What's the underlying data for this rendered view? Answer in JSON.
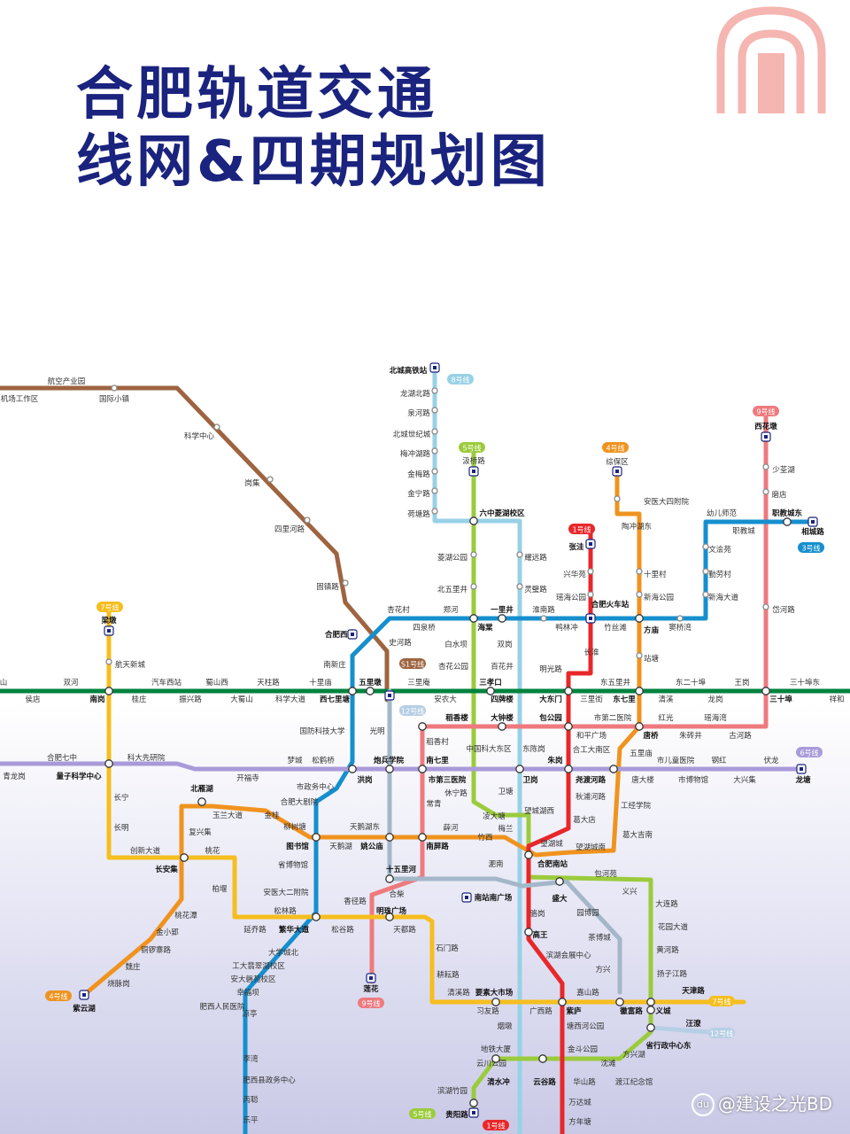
{
  "header": {
    "title_line1": "合肥轨道交通",
    "title_line2": "线网&四期规划图"
  },
  "watermark": {
    "badge": "du",
    "text": "@建设之光BD"
  },
  "colors": {
    "title": "#1a237e",
    "line1": "#e8272a",
    "line2": "#00833e",
    "line3": "#158fce",
    "line4": "#f0931e",
    "line5": "#9bcb3c",
    "line6": "#a99bd9",
    "line7": "#f6be1e",
    "line8": "#98d1e6",
    "line9": "#ee7a7e",
    "line10": "#a3b7c9",
    "line51": "#9e6440",
    "line12": "#b6cfe5",
    "logo": "#f5b5b0"
  },
  "icons": [
    "metro-logo-icon",
    "rail-hub-icon",
    "interchange-icon"
  ],
  "line_tags": [
    {
      "id": "8",
      "label": "8号线"
    },
    {
      "id": "5top",
      "label": "5号线"
    },
    {
      "id": "4top",
      "label": "4号线"
    },
    {
      "id": "1top",
      "label": "1号线"
    },
    {
      "id": "9",
      "label": "9号线"
    },
    {
      "id": "3",
      "label": "3号线"
    },
    {
      "id": "7left",
      "label": "7号线"
    },
    {
      "id": "51",
      "label": "S1号线"
    },
    {
      "id": "12top",
      "label": "12号线"
    },
    {
      "id": "6",
      "label": "6号线"
    },
    {
      "id": "9bot",
      "label": "9号线"
    },
    {
      "id": "4bot",
      "label": "4号线"
    },
    {
      "id": "7right",
      "label": "7号线"
    },
    {
      "id": "12bot",
      "label": "12号线"
    },
    {
      "id": "5bot",
      "label": "5号线"
    },
    {
      "id": "1bot",
      "label": "1号线"
    }
  ],
  "stations": [
    {
      "name": "航空产业园"
    },
    {
      "name": "机场工作区"
    },
    {
      "name": "国际小镇"
    },
    {
      "name": "科学中心"
    },
    {
      "name": "岗集"
    },
    {
      "name": "四里河路"
    },
    {
      "name": "固镇路"
    },
    {
      "name": "北城高铁站"
    },
    {
      "name": "龙湖北路"
    },
    {
      "name": "泉河路"
    },
    {
      "name": "北城世纪城"
    },
    {
      "name": "梅冲湖路"
    },
    {
      "name": "金梅路"
    },
    {
      "name": "金宁路"
    },
    {
      "name": "荷塘路"
    },
    {
      "name": "汲桥路"
    },
    {
      "name": "六中菱湖校区"
    },
    {
      "name": "菱湖公园"
    },
    {
      "name": "北五里井"
    },
    {
      "name": "耀远路"
    },
    {
      "name": "灵璧路"
    },
    {
      "name": "综保区"
    },
    {
      "name": "安医大四附院"
    },
    {
      "name": "陶冲湖东"
    },
    {
      "name": "十里村"
    },
    {
      "name": "新海公园"
    },
    {
      "name": "方庙"
    },
    {
      "name": "站塘"
    },
    {
      "name": "张洼"
    },
    {
      "name": "兴华苑"
    },
    {
      "name": "瑶海公园"
    },
    {
      "name": "合肥火车站"
    },
    {
      "name": "西花墩"
    },
    {
      "name": "少荃湖"
    },
    {
      "name": "磨店"
    },
    {
      "name": "岱河路"
    },
    {
      "name": "幼儿师范"
    },
    {
      "name": "职教城"
    },
    {
      "name": "职教城东"
    },
    {
      "name": "相城路"
    },
    {
      "name": "文浍苑"
    },
    {
      "name": "勤劳村"
    },
    {
      "name": "新海大道"
    },
    {
      "name": "杏花村"
    },
    {
      "name": "郑河"
    },
    {
      "name": "一里井"
    },
    {
      "name": "淮南路"
    },
    {
      "name": "窦桥湾"
    },
    {
      "name": "合肥西站"
    },
    {
      "name": "四泉桥"
    },
    {
      "name": "海棠"
    },
    {
      "name": "鸭林冲"
    },
    {
      "name": "竹丝滩"
    },
    {
      "name": "史河路"
    },
    {
      "name": "白水坝"
    },
    {
      "name": "双岗"
    },
    {
      "name": "长淮"
    },
    {
      "name": "南新庄"
    },
    {
      "name": "杏花公园"
    },
    {
      "name": "百花井"
    },
    {
      "name": "明光路"
    },
    {
      "name": "梁墩"
    },
    {
      "name": "航天新城"
    },
    {
      "name": "山"
    },
    {
      "name": "双河"
    },
    {
      "name": "汽车西站"
    },
    {
      "name": "蜀山西"
    },
    {
      "name": "天柱路"
    },
    {
      "name": "十里庙"
    },
    {
      "name": "五里墩"
    },
    {
      "name": "三里庵"
    },
    {
      "name": "三孝口"
    },
    {
      "name": "东五里井"
    },
    {
      "name": "东二十埠"
    },
    {
      "name": "王岗"
    },
    {
      "name": "三十埠东"
    },
    {
      "name": "侯店"
    },
    {
      "name": "南岗"
    },
    {
      "name": "桂庄"
    },
    {
      "name": "振兴路"
    },
    {
      "name": "大蜀山"
    },
    {
      "name": "科学大道"
    },
    {
      "name": "西七里塘"
    },
    {
      "name": "安农大"
    },
    {
      "name": "四牌楼"
    },
    {
      "name": "大东门"
    },
    {
      "name": "三里街"
    },
    {
      "name": "东七里"
    },
    {
      "name": "清溪"
    },
    {
      "name": "龙岗"
    },
    {
      "name": "三十埠"
    },
    {
      "name": "祥和"
    },
    {
      "name": "稻香楼"
    },
    {
      "name": "大钟楼"
    },
    {
      "name": "包公园"
    },
    {
      "name": "市第二医院"
    },
    {
      "name": "红光"
    },
    {
      "name": "瑶海湾"
    },
    {
      "name": "唐桥"
    },
    {
      "name": "朱砖井"
    },
    {
      "name": "古河路"
    },
    {
      "name": "国防科技大学"
    },
    {
      "name": "光明"
    },
    {
      "name": "稻香村"
    },
    {
      "name": "中国科大东区"
    },
    {
      "name": "东陈岗"
    },
    {
      "name": "和平广场"
    },
    {
      "name": "合工大南区"
    },
    {
      "name": "五里庙"
    },
    {
      "name": "合肥七中"
    },
    {
      "name": "科大先研院"
    },
    {
      "name": "梦城"
    },
    {
      "name": "松鹤桥"
    },
    {
      "name": "炮兵学院"
    },
    {
      "name": "南七里"
    },
    {
      "name": "朱岗"
    },
    {
      "name": "市儿童医院"
    },
    {
      "name": "钢红"
    },
    {
      "name": "伏龙"
    },
    {
      "name": "青龙岗"
    },
    {
      "name": "量子科学中心"
    },
    {
      "name": "开福寺"
    },
    {
      "name": "市政务中心"
    },
    {
      "name": "洪岗"
    },
    {
      "name": "市第三医院"
    },
    {
      "name": "卫岗"
    },
    {
      "name": "尧渡河路"
    },
    {
      "name": "唐大楼"
    },
    {
      "name": "市博物馆"
    },
    {
      "name": "大兴集"
    },
    {
      "name": "龙塘"
    },
    {
      "name": "北雁湖"
    },
    {
      "name": "合肥大剧院"
    },
    {
      "name": "休宁路"
    },
    {
      "name": "卫塘"
    },
    {
      "name": "秋浦河路"
    },
    {
      "name": "长宁"
    },
    {
      "name": "玉兰大道"
    },
    {
      "name": "金桂"
    },
    {
      "name": "常青"
    },
    {
      "name": "望城湖西"
    },
    {
      "name": "工经学院"
    },
    {
      "name": "柳树塘"
    },
    {
      "name": "凌大塘"
    },
    {
      "name": "葛大店"
    },
    {
      "name": "长明"
    },
    {
      "name": "复兴集"
    },
    {
      "name": "天鹅湖东"
    },
    {
      "name": "薛河"
    },
    {
      "name": "梅兰"
    },
    {
      "name": "望湖城"
    },
    {
      "name": "葛大吉南"
    },
    {
      "name": "创新大道"
    },
    {
      "name": "桃花"
    },
    {
      "name": "图书馆"
    },
    {
      "name": "天鹅湖"
    },
    {
      "name": "姚公庙"
    },
    {
      "name": "南屏路"
    },
    {
      "name": "竹西"
    },
    {
      "name": "望湖城南"
    },
    {
      "name": "长安集"
    },
    {
      "name": "省博物馆"
    },
    {
      "name": "十五里河"
    },
    {
      "name": "淝南"
    },
    {
      "name": "合肥南站"
    },
    {
      "name": "包河苑"
    },
    {
      "name": "柏堰"
    },
    {
      "name": "安医大二附院"
    },
    {
      "name": "合柴"
    },
    {
      "name": "南站南广场"
    },
    {
      "name": "盛大"
    },
    {
      "name": "义兴"
    },
    {
      "name": "大连路"
    },
    {
      "name": "桃花潭"
    },
    {
      "name": "松林路"
    },
    {
      "name": "香径路"
    },
    {
      "name": "明珠广场"
    },
    {
      "name": "骆岗"
    },
    {
      "name": "园博园"
    },
    {
      "name": "花园大道"
    },
    {
      "name": "金小郢"
    },
    {
      "name": "延乔路"
    },
    {
      "name": "繁华大道"
    },
    {
      "name": "松谷路"
    },
    {
      "name": "天都路"
    },
    {
      "name": "高王"
    },
    {
      "name": "茶博城"
    },
    {
      "name": "铜锣寨路"
    },
    {
      "name": "大学城北"
    },
    {
      "name": "石门路"
    },
    {
      "name": "滨湖会展中心"
    },
    {
      "name": "黄河路"
    },
    {
      "name": "魏庄"
    },
    {
      "name": "工大翡翠湖校区"
    },
    {
      "name": "方兴"
    },
    {
      "name": "扬子江路"
    },
    {
      "name": "烧脉岗"
    },
    {
      "name": "安大磬苑校区"
    },
    {
      "name": "耕耘路"
    },
    {
      "name": "莲花"
    },
    {
      "name": "紫云湖"
    },
    {
      "name": "幸福坝"
    },
    {
      "name": "清溪路"
    },
    {
      "name": "要素大市场"
    },
    {
      "name": "嘉山路"
    },
    {
      "name": "天津路"
    },
    {
      "name": "肥西人民医院"
    },
    {
      "name": "习友路"
    },
    {
      "name": "广西路"
    },
    {
      "name": "紫庐"
    },
    {
      "name": "徽富路"
    },
    {
      "name": "义城"
    },
    {
      "name": "凉亭"
    },
    {
      "name": "烟墩"
    },
    {
      "name": "塘西河公园"
    },
    {
      "name": "汪潦"
    },
    {
      "name": "省行政中心东"
    },
    {
      "name": "李湾"
    },
    {
      "name": "地铁大厦"
    },
    {
      "name": "金斗公园"
    },
    {
      "name": "方兴湖"
    },
    {
      "name": "云川公园"
    },
    {
      "name": "沈滩"
    },
    {
      "name": "肥西县政务中心"
    },
    {
      "name": "清水冲"
    },
    {
      "name": "云谷路"
    },
    {
      "name": "华山路"
    },
    {
      "name": "渡江纪念馆"
    },
    {
      "name": "滨湖竹园"
    },
    {
      "name": "万达城"
    },
    {
      "name": "丙聪"
    },
    {
      "name": "贵阳路"
    },
    {
      "name": "方年塘"
    },
    {
      "name": "乐平"
    }
  ]
}
